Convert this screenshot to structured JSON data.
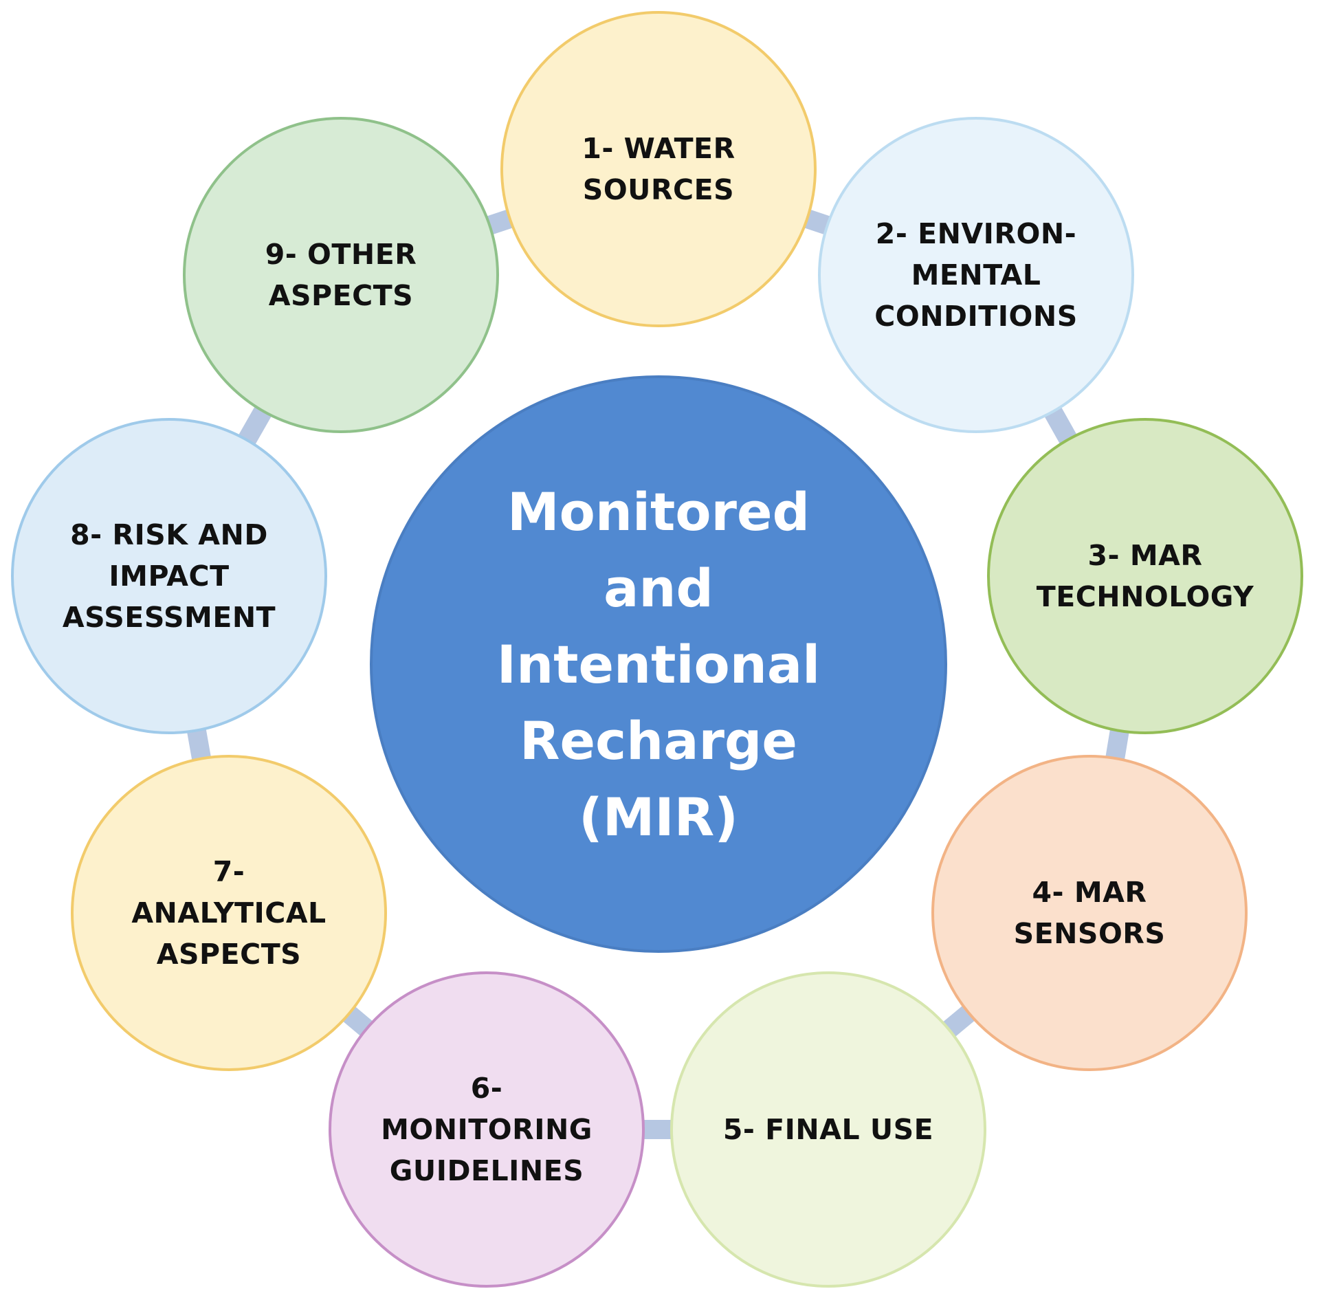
{
  "diagram": {
    "center": {
      "lines": [
        "Monitored",
        "and",
        "Intentional",
        "Recharge",
        "(MIR)"
      ],
      "fill": "#5189d1",
      "border": "#4a7ec2",
      "text_color": "#ffffff"
    },
    "connector_color": "#b6c7e2",
    "nodes": [
      {
        "id": "water-sources",
        "lines": [
          "1- WATER",
          "SOURCES"
        ],
        "fill": "#fdf1cc",
        "border": "#f2cb6b"
      },
      {
        "id": "environmental-conditions",
        "lines": [
          "2- ENVIRON-",
          "MENTAL",
          "CONDITIONS"
        ],
        "fill": "#e8f3fb",
        "border": "#bcdcf1"
      },
      {
        "id": "mar-technology",
        "lines": [
          "3- MAR",
          "TECHNOLOGY"
        ],
        "fill": "#d8e9c3",
        "border": "#93bd56"
      },
      {
        "id": "mar-sensors",
        "lines": [
          "4- MAR",
          "SENSORS"
        ],
        "fill": "#fbe0cc",
        "border": "#f2b385"
      },
      {
        "id": "final-use",
        "lines": [
          "5- FINAL USE"
        ],
        "fill": "#eff5dd",
        "border": "#d6e6ae"
      },
      {
        "id": "monitoring-guidelines",
        "lines": [
          "6-",
          "MONITORING",
          "GUIDELINES"
        ],
        "fill": "#f0ddf0",
        "border": "#c68fc7"
      },
      {
        "id": "analytical-aspects",
        "lines": [
          "7-",
          "ANALYTICAL",
          "ASPECTS"
        ],
        "fill": "#fdf1cc",
        "border": "#f2cb6b"
      },
      {
        "id": "risk-and-impact-assessment",
        "lines": [
          "8- RISK AND",
          "IMPACT",
          "ASSESSMENT"
        ],
        "fill": "#ddecf8",
        "border": "#9fcaea"
      },
      {
        "id": "other-aspects",
        "lines": [
          "9- OTHER",
          "ASPECTS"
        ],
        "fill": "#d7ebd5",
        "border": "#8fc18a"
      }
    ]
  }
}
